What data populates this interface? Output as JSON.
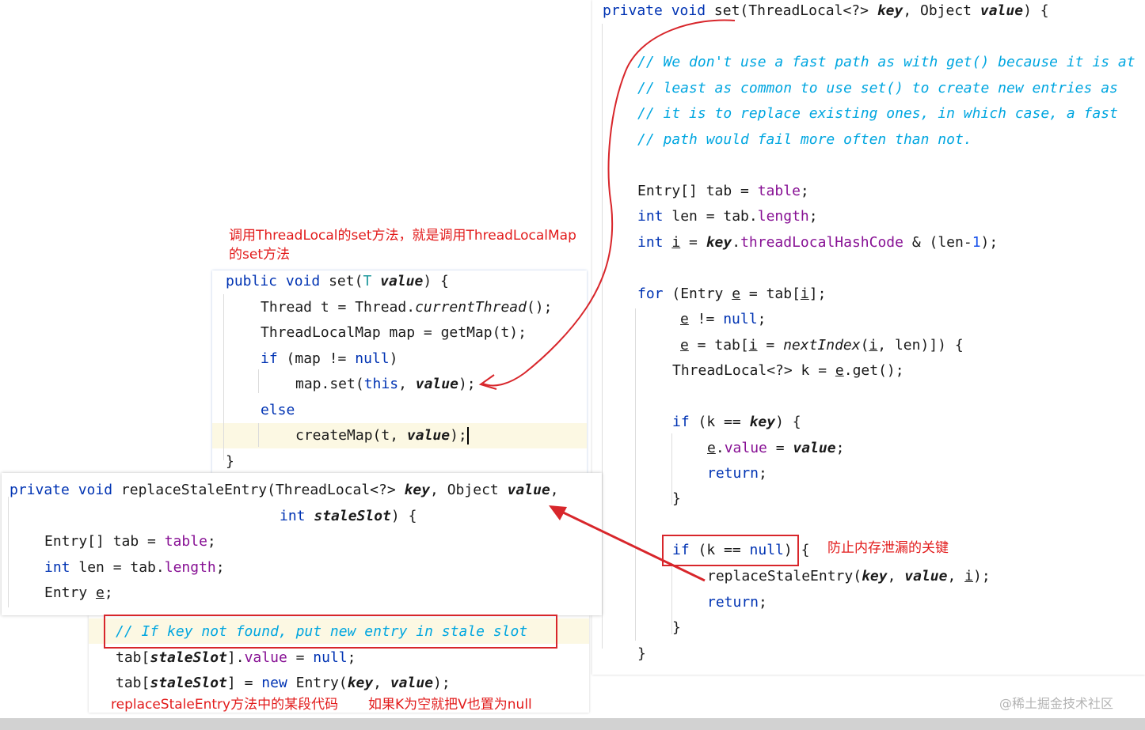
{
  "right_panel": {
    "signature": {
      "kw1": "private",
      "kw2": "void",
      "name": "set(ThreadLocal<?> ",
      "p1": "key",
      "mid": ", Object ",
      "p2": "value",
      "end": ") {"
    },
    "comments": [
      "// We don't use a fast path as with get() because it is at",
      "// least as common to use set() to create new entries as",
      "// it is to replace existing ones, in which case, a fast",
      "// path would fail more often than not."
    ],
    "entry_decl": {
      "pre": "Entry[] tab = ",
      "fld": "table",
      "end": ";"
    },
    "len_decl": {
      "kw": "int",
      "pre": " len = tab.",
      "fld": "length",
      "end": ";"
    },
    "i_decl": {
      "kw": "int",
      "sp": " ",
      "var": "i",
      "eq": " = ",
      "p": "key",
      "dot": ".",
      "fld": "threadLocalHashCode",
      "mid": " & (len-",
      "num": "1",
      "end": ");"
    },
    "for_line": {
      "kw": "for",
      "pre": " (Entry ",
      "var": "e",
      "mid": " = tab[",
      "idx": "i",
      "end": "];"
    },
    "cond_line": {
      "var": "e",
      "op": " != ",
      "kw": "null",
      "end": ";"
    },
    "next_line": {
      "var": "e",
      "a": " = tab[",
      "i1": "i",
      "b": " = ",
      "fn": "nextIndex",
      "c": "(",
      "i2": "i",
      "d": ", len)]) {"
    },
    "k_line": {
      "pre": "ThreadLocal<?> k = ",
      "var": "e",
      "end": ".get();"
    },
    "if_key": {
      "kw": "if",
      "pre": " (k == ",
      "p": "key",
      "end": ") {"
    },
    "assign": {
      "var": "e",
      "dot": ".",
      "fld": "value",
      "eq": " = ",
      "p": "value",
      "end": ";"
    },
    "return1": {
      "kw": "return",
      "end": ";"
    },
    "close1": "}",
    "if_null": {
      "kw": "if",
      "pre": " (k == ",
      "kw2": "null",
      "end": ")",
      "brace": " {"
    },
    "replace_call": {
      "pre": "replaceStaleEntry(",
      "p1": "key",
      "c1": ", ",
      "p2": "value",
      "c2": ", ",
      "var": "i",
      "end": ");"
    },
    "return2": {
      "kw": "return",
      "end": ";"
    },
    "close2": "}",
    "close3": "}"
  },
  "mid_panel": {
    "signature": {
      "kw1": "public",
      "kw2": "void",
      "name": "set(",
      "tp": "T",
      "sp": " ",
      "p": "value",
      "end": ") {"
    },
    "line1": {
      "pre": "Thread t = Thread.",
      "fn": "currentThread",
      "end": "();"
    },
    "line2": "ThreadLocalMap map = getMap(t);",
    "line3": {
      "kw": "if",
      "pre": " (map != ",
      "kw2": "null",
      "end": ")"
    },
    "line4": {
      "pre": "map.set(",
      "kw": "this",
      "c": ", ",
      "p": "value",
      "end": ");"
    },
    "line5": "else",
    "line6": {
      "pre": "createMap(t, ",
      "p": "value",
      "end": ");"
    },
    "close": "}"
  },
  "left_panel": {
    "signature": {
      "kw1": "private",
      "kw2": "void",
      "name": "replaceStaleEntry(ThreadLocal<?> ",
      "p1": "key",
      "mid": ", Object ",
      "p2": "value",
      "end": ","
    },
    "signature2": {
      "kw": "int",
      "sp": " ",
      "p": "staleSlot",
      "end": ") {"
    },
    "line1": {
      "pre": "Entry[] tab = ",
      "fld": "table",
      "end": ";"
    },
    "line2": {
      "kw": "int",
      "pre": " len = tab.",
      "fld": "length",
      "end": ";"
    },
    "line3": {
      "pre": "Entry ",
      "var": "e",
      "end": ";"
    }
  },
  "bottom_panel": {
    "comment": "// If key not found, put new entry in stale slot",
    "line1": {
      "pre": "tab[",
      "p": "staleSlot",
      "mid": "].",
      "fld": "value",
      "eq": " = ",
      "kw": "null",
      "end": ";"
    },
    "line2": {
      "pre": "tab[",
      "p": "staleSlot",
      "mid": "] = ",
      "kw": "new",
      "mid2": " Entry(",
      "p1": "key",
      "c": ", ",
      "p2": "value",
      "end": ");"
    }
  },
  "annotations": {
    "note_top_line1": "调用ThreadLocal的set方法，就是调用ThreadLocalMap",
    "note_top_line2": "的set方法",
    "note_key": "防止内存泄漏的关键",
    "note_bottom_left": "replaceStaleEntry方法中的某段代码",
    "note_bottom_right": "如果K为空就把V也置为null"
  },
  "watermark": "@稀土掘金技术社区",
  "colors": {
    "keyword": "#0033b3",
    "field": "#871094",
    "comment": "#00a6e0",
    "annotation": "#e21b1b",
    "number": "#1750eb"
  }
}
